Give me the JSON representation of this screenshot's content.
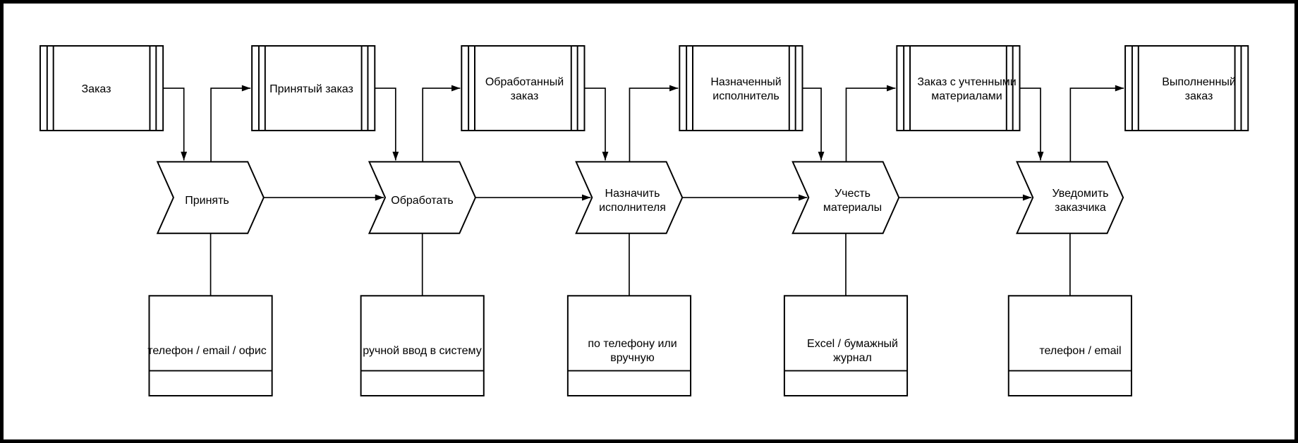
{
  "diagram": {
    "background_color": "#ffffff",
    "stroke_color": "#000000",
    "documents": [
      "Заказ",
      "Принятый заказ",
      "Обработанный\nзаказ",
      "Назначенный\nисполнитель",
      "Заказ с учтенными\nматериалами",
      "Выполненный\nзаказ"
    ],
    "processes": [
      "Принять",
      "Обработать",
      "Назначить\nисполнителя",
      "Учесть\nматериалы",
      "Уведомить\nзаказчика"
    ],
    "tools": [
      "телефон / email / офис",
      "ручной ввод в систему",
      "по телефону или\nвручную",
      "Excel / бумажный\nжурнал",
      "телефон / email"
    ]
  }
}
